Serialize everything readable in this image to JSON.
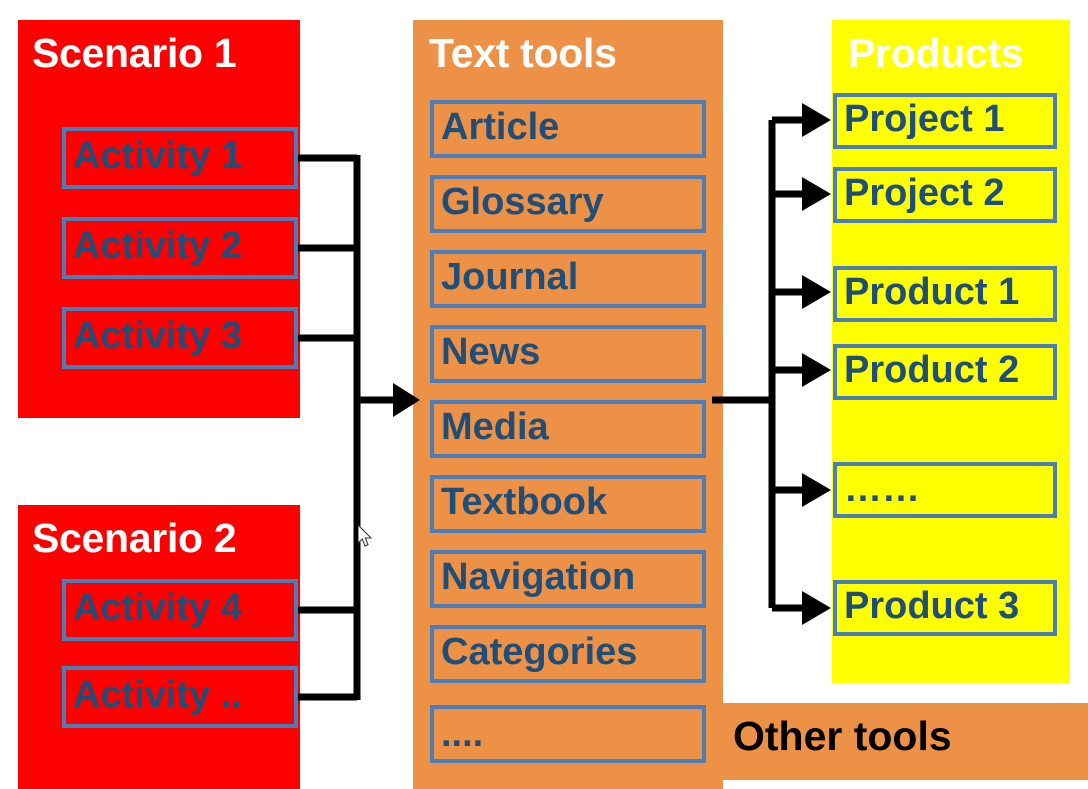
{
  "diagram": {
    "title_colors": {
      "scenario_bg": "#FF0000",
      "tools_bg": "#ED9146",
      "products_bg": "#FFFF00",
      "node_border": "#4A7EBB",
      "node_text": "#1F4E79",
      "panel_title_text": "#FFFFFF",
      "other_tools_text": "#000000",
      "connector": "#000000"
    },
    "columns": {
      "scenario1": {
        "title": "Scenario 1",
        "items": [
          {
            "label": "Activity 1"
          },
          {
            "label": "Activity 2"
          },
          {
            "label": "Activity 3"
          }
        ]
      },
      "scenario2": {
        "title": "Scenario 2",
        "items": [
          {
            "label": "Activity 4"
          },
          {
            "label": "Activity .."
          }
        ]
      },
      "text_tools": {
        "title": "Text tools",
        "items": [
          {
            "label": "Article"
          },
          {
            "label": "Glossary"
          },
          {
            "label": "Journal"
          },
          {
            "label": "News"
          },
          {
            "label": "Media"
          },
          {
            "label": "Textbook"
          },
          {
            "label": "Navigation"
          },
          {
            "label": "Categories"
          },
          {
            "label": "...."
          }
        ]
      },
      "products": {
        "title": "Products",
        "items": [
          {
            "label": "Project 1"
          },
          {
            "label": "Project 2"
          },
          {
            "label": "Product 1"
          },
          {
            "label": "Product 2"
          },
          {
            "label": "……"
          },
          {
            "label": "Product 3"
          }
        ]
      },
      "other_tools": {
        "label": "Other tools"
      }
    }
  }
}
